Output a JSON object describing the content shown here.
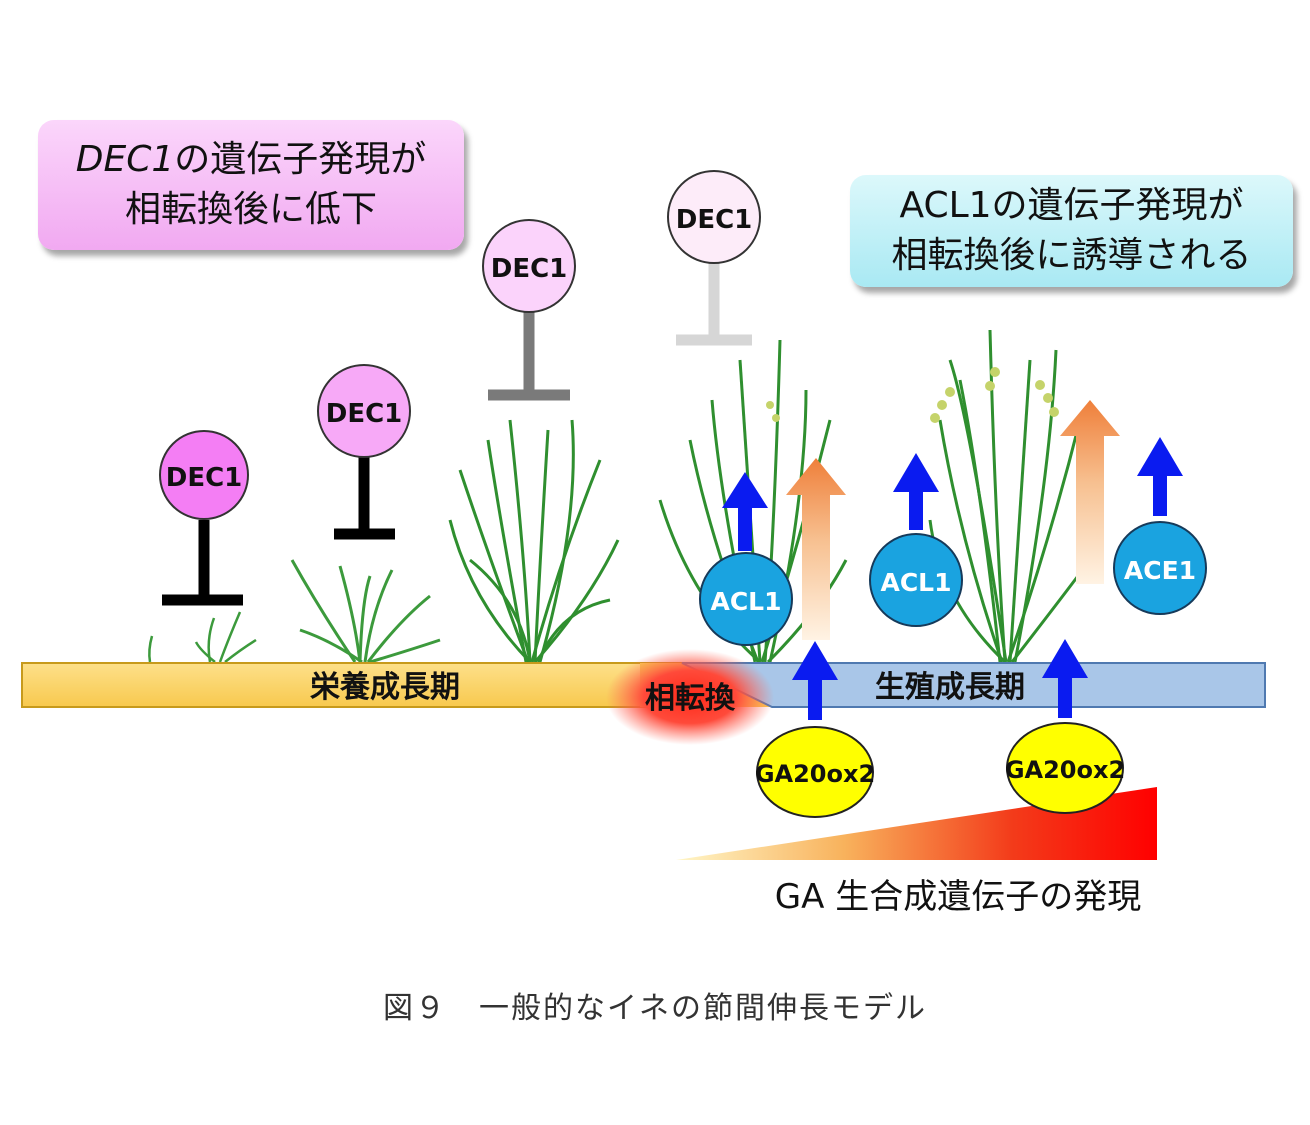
{
  "callouts": {
    "dec1": {
      "gene": "DEC1",
      "line1_rest": "の遺伝子発現が",
      "line2": "相転換後に低下"
    },
    "acl1": {
      "line1": "ACL1の遺伝子発現が",
      "line2": "相転換後に誘導される"
    }
  },
  "repressors": [
    "DEC1",
    "DEC1",
    "DEC1",
    "DEC1"
  ],
  "phases": {
    "vegetative": "栄養成長期",
    "transition": "相転換",
    "reproductive": "生殖成長期"
  },
  "activators": [
    "ACL1",
    "ACL1",
    "ACE1"
  ],
  "ga_genes": [
    "GA20ox2",
    "GA20ox2"
  ],
  "ga_expression_label": "GA 生合成遺伝子の発現",
  "caption": "図９　一般的なイネの節間伸長モデル",
  "colors": {
    "dec1_circles": [
      "#f47ef4",
      "#f7a9f7",
      "#fbd3fb",
      "#fdecf9"
    ],
    "repressor_bars": [
      "#000000",
      "#000000",
      "#7a7a7a",
      "#d6d6d6"
    ],
    "activator_circle": "#1aa3e0",
    "blue_arrow": "#0a1bf0",
    "ga_ellipse": "#ffff00",
    "vegetative_bar": "#fcd26a",
    "reproductive_bar": "#a9c6e8",
    "plant_green": "#2e8b2e",
    "expression_wedge_end": "#ff0000"
  }
}
